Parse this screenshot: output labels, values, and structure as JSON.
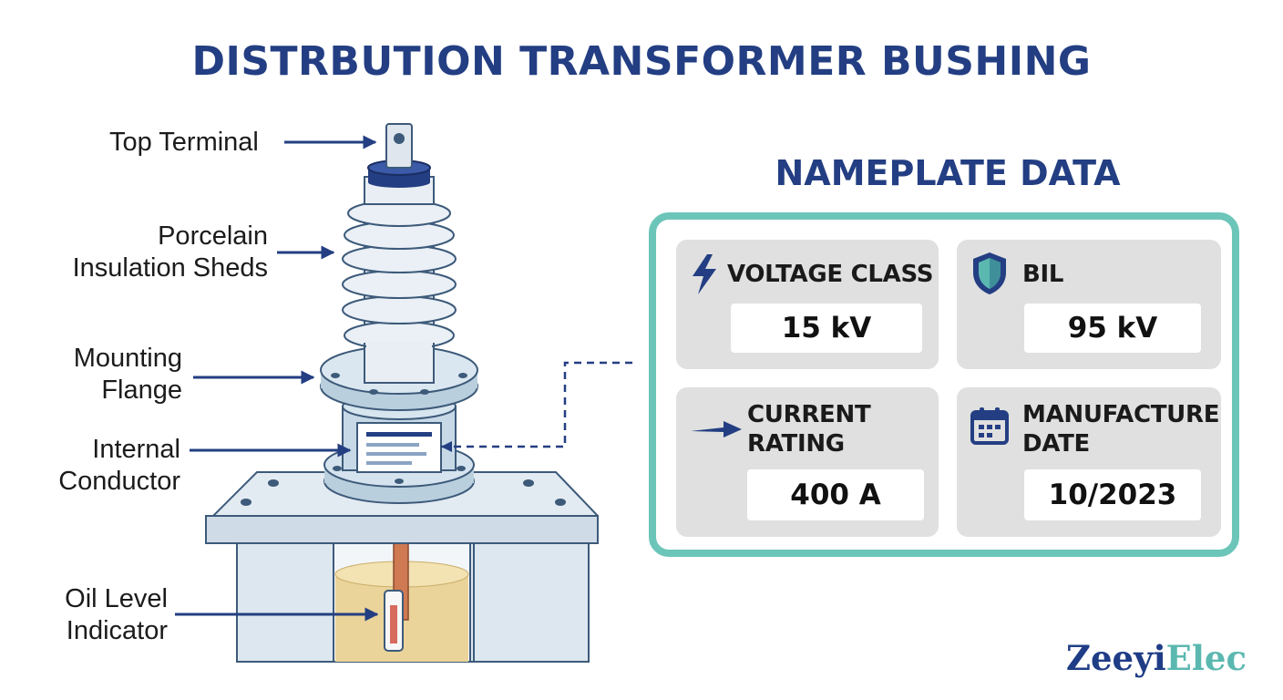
{
  "title": "DISTRBUTION TRANSFORMER BUSHING",
  "diagram": {
    "labels": {
      "top_terminal": "Top Terminal",
      "porcelain_line1": "Porcelain",
      "porcelain_line2": "Insulation Sheds",
      "flange_line1": "Mounting",
      "flange_line2": "Flange",
      "conductor_line1": "Internal",
      "conductor_line2": "Conductor",
      "oil_line1": "Oil Level",
      "oil_line2": "Indicator"
    }
  },
  "nameplate": {
    "title": "NAMEPLATE DATA",
    "voltage": {
      "label": "VOLTAGE CLASS",
      "value": "15 kV",
      "icon": "lightning-icon"
    },
    "bil": {
      "label": "BIL",
      "value": "95 kV",
      "icon": "shield-icon"
    },
    "current": {
      "label_line1": "CURRENT",
      "label_line2": "RATING",
      "value": "400 A",
      "icon": "arrow-icon"
    },
    "date": {
      "label_line1": "MANUFACTURE",
      "label_line2": "DATE",
      "value": "10/2023",
      "icon": "calendar-icon"
    }
  },
  "brand": {
    "part1": "Zeeyi",
    "part2": "Elec"
  },
  "colors": {
    "navy": "#233e82",
    "teal": "#6cc5b9",
    "card": "#e0e0e0",
    "porcelain": "#e9eef4",
    "oil": "#ebd49a"
  }
}
